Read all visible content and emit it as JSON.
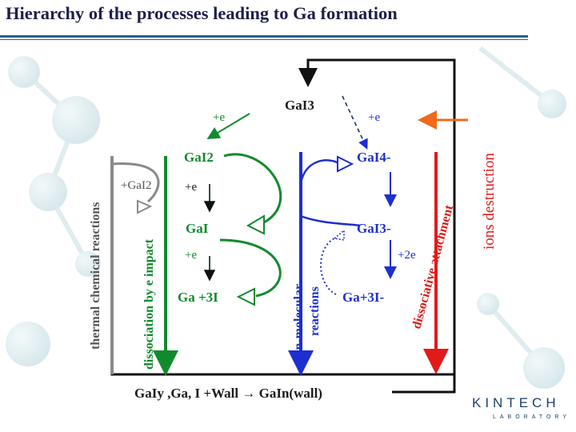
{
  "title": "Hierarchy of the processes leading to Ga formation",
  "species": {
    "gai3": "GaI3",
    "gai2": "GaI2",
    "gai": "GaI",
    "ga_3i": "Ga +3I",
    "gai4_minus": "GaI4-",
    "gai3_minus": "GaI3-",
    "ga_3i_minus": "Ga+3I-"
  },
  "labels": {
    "plus_e_1": "+e",
    "plus_e_2": "+e",
    "plus_e_3": "+e",
    "plus_e_4": "+e",
    "plus_gai2": "+GaI2",
    "plus_2e": "+2e"
  },
  "columns": {
    "thermal": "thermal chemical reactions",
    "dissociation": "dissociation by e impact",
    "ion_molecular_1": "ion-molecular",
    "ion_molecular_2": "reactions",
    "dissociative": "dissociative attachment",
    "ions_destruction": "ions destruction"
  },
  "bottom_equation": "GaIy ,Ga, I +Wall → GaIn(wall)",
  "logo": {
    "name": "KINTECH",
    "sub": "LABORATORY"
  },
  "colors": {
    "title": "#1f1f4a",
    "green": "#118a2e",
    "blue": "#1d2fcf",
    "red": "#e21a1a",
    "orange": "#ef6a1a",
    "gray": "#8a8a8a",
    "navy": "#1f3f6a"
  }
}
